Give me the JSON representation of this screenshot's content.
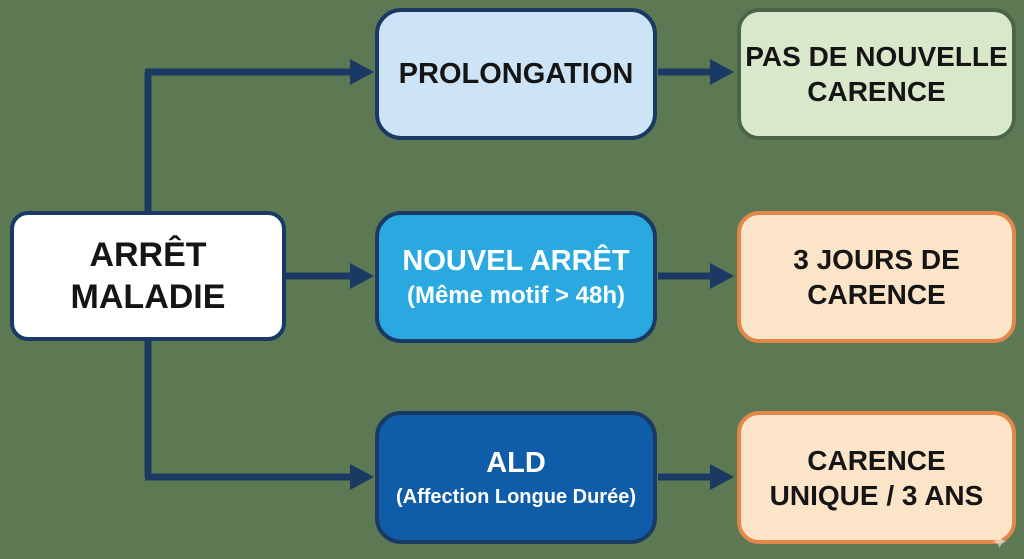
{
  "colors": {
    "background": "#5c7953",
    "arrow": "#1a3a64",
    "node-border": "#1a3a64",
    "root-bg": "#ffffff",
    "prolongation-bg": "#cde4f7",
    "nouvel-bg": "#2aa9e0",
    "ald-bg": "#0f5ca8",
    "green-bg": "#d9e8ca",
    "green-border": "#4a6547",
    "peach-bg": "#fce4c8",
    "peach-border": "#e2874a",
    "dark-text": "#151515",
    "light-text": "#ffffff"
  },
  "nodes": {
    "root": {
      "label": "ARRÊT\nMALADIE"
    },
    "prolongation": {
      "label": "PROLONGATION"
    },
    "nouvel_arret": {
      "title": "NOUVEL ARRÊT",
      "subtitle": "(Même motif > 48h)"
    },
    "ald": {
      "title": "ALD",
      "subtitle": "(Affection Longue Durée)"
    },
    "pas_de_nouvelle_carence": {
      "label": "PAS DE NOUVELLE\nCARENCE"
    },
    "trois_jours_de_carence": {
      "label": "3 JOURS DE\nCARENCE"
    },
    "carence_unique": {
      "label": "CARENCE\nUNIQUE / 3 ANS"
    }
  },
  "watermark": "✦"
}
